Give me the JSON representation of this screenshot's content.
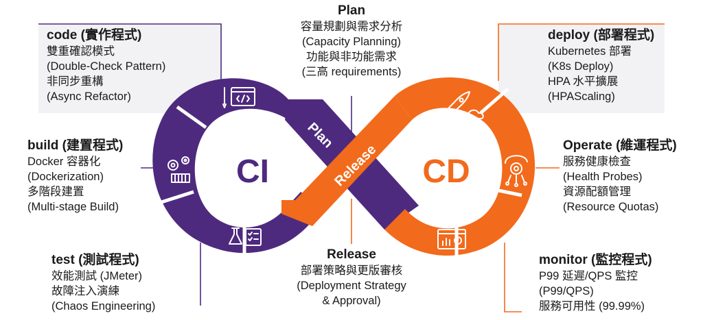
{
  "colors": {
    "ci": "#4e2a7e",
    "cd": "#f26a1b",
    "text": "#1a1a1a",
    "box": "#f2f1f4"
  },
  "loops": {
    "ci_label": "CI",
    "cd_label": "CD",
    "band_plan": "Plan",
    "band_release": "Release"
  },
  "plan": {
    "title": "Plan",
    "lines": [
      "容量規劃與需求分析",
      "(Capacity Planning)",
      "功能與非功能需求",
      "(三高 requirements)"
    ]
  },
  "release": {
    "title": "Release",
    "lines": [
      "部署策略與更版審核",
      "(Deployment Strategy",
      "& Approval)"
    ]
  },
  "code": {
    "title": "code (實作程式)",
    "lines": [
      "雙重確認模式",
      "(Double-Check Pattern)",
      "非同步重構",
      "(Async Refactor)"
    ]
  },
  "build": {
    "title": "build (建置程式)",
    "lines": [
      "Docker 容器化",
      "(Dockerization)",
      "多階段建置",
      "(Multi-stage Build)"
    ]
  },
  "test": {
    "title": "test (測試程式)",
    "lines": [
      "效能測試 (JMeter)",
      "故障注入演練",
      "(Chaos Engineering)"
    ]
  },
  "deploy": {
    "title": "deploy (部署程式)",
    "lines": [
      "Kubernetes 部署",
      "(K8s Deploy)",
      "HPA 水平擴展",
      "(HPAScaling)"
    ]
  },
  "operate": {
    "title": "Operate (維運程式)",
    "lines": [
      "服務健康檢查",
      "(Health Probes)",
      "資源配額管理",
      "(Resource Quotas)"
    ]
  },
  "monitor": {
    "title": "monitor (監控程式)",
    "lines": [
      "P99 延遲/QPS 監控",
      "(P99/QPS)",
      "服務可用性 (99.99%)"
    ]
  },
  "icons": [
    "code-window-icon",
    "gears-icon",
    "flask-checklist-icon",
    "rocket-cloud-icon",
    "gear-network-icon",
    "dashboard-icon"
  ]
}
